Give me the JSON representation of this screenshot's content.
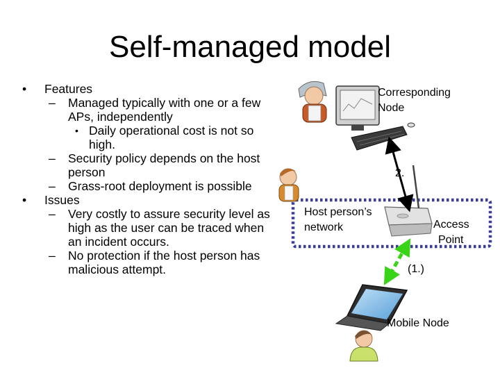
{
  "title": "Self-managed model",
  "bullets": {
    "features": "Features",
    "features_items": [
      "Managed typically with one or a few APs, independently",
      "Security policy depends on the host person",
      "Grass-root deployment is possible"
    ],
    "features_sub": "Daily operational cost is not so high.",
    "issues": "Issues",
    "issues_items": [
      "Very costly to assure security level as high as the user can be traced when an incident occurs.",
      "No protection if the host person has malicious attempt."
    ]
  },
  "diagram": {
    "corresponding_node": [
      "Corresponding",
      "Node"
    ],
    "step_2": "2.",
    "host_network": [
      "Host person’s",
      "network"
    ],
    "access_point": [
      "Access",
      "Point"
    ],
    "step_1": "(1.)",
    "mobile_node": "Mobile Node"
  },
  "colors": {
    "network_border": "#3c3c96",
    "link_arrow": "#000000",
    "wireless_arrow": "#39d418"
  }
}
